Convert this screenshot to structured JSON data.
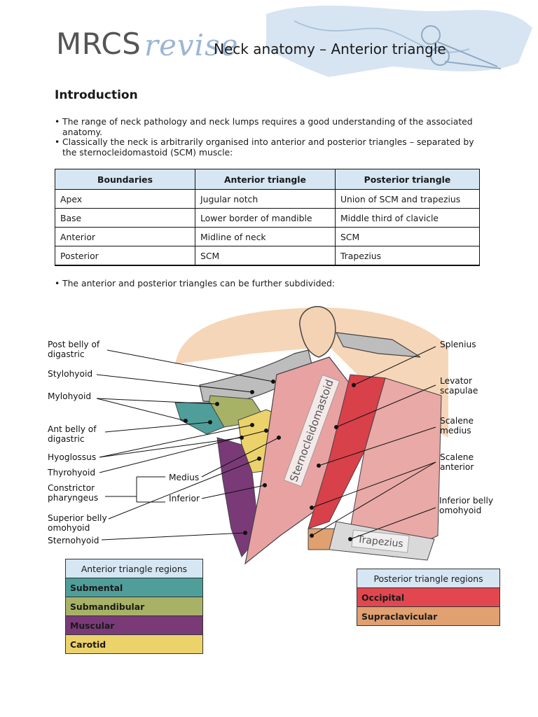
{
  "header": {
    "brand_main": "MRCS",
    "brand_script": "revise",
    "title": "Neck anatomy – Anterior triangle"
  },
  "intro": {
    "heading": "Introduction",
    "bullets": [
      "The range of neck pathology and neck lumps requires a good understanding of the associated anatomy.",
      "Classically the neck is arbitrarily organised into anterior and posterior triangles – separated by the sternocleidomastoid (SCM) muscle:"
    ],
    "bullet_after_table": "The anterior and posterior triangles can be further subdivided:"
  },
  "boundaries_table": {
    "headers": [
      "Boundaries",
      "Anterior triangle",
      "Posterior triangle"
    ],
    "rows": [
      [
        "Apex",
        "Jugular notch",
        "Union of SCM and trapezius"
      ],
      [
        "Base",
        "Lower border of mandible",
        "Middle third of clavicle"
      ],
      [
        "Anterior",
        "Midline of neck",
        "SCM"
      ],
      [
        "Posterior",
        "SCM",
        "Trapezius"
      ]
    ]
  },
  "figure": {
    "left_labels": [
      "Post belly of\ndigastric",
      "Stylohyoid",
      "Mylohyoid",
      "Ant belly of\ndigastric",
      "Hyoglossus",
      "Thyrohyoid",
      "Constrictor\npharyngeus",
      "Superior belly\nomohyoid",
      "Sternohyoid"
    ],
    "constrictor_parts": [
      "Medius",
      "Inferior"
    ],
    "right_labels": [
      "Splenius",
      "Levator\nscapulae",
      "Scalene\nmedius",
      "Scalene\nanterior",
      "Inferior belly\nomohyoid"
    ],
    "muscle_text": [
      "Sternocleidomastoid",
      "Trapezius"
    ]
  },
  "anterior_legend": {
    "title": "Anterior triangle regions",
    "items": [
      {
        "label": "Submental",
        "color": "#4f9e9a"
      },
      {
        "label": "Submandibular",
        "color": "#a8b266"
      },
      {
        "label": "Muscular",
        "color": "#7a3a78"
      },
      {
        "label": "Carotid",
        "color": "#ecd26a"
      }
    ]
  },
  "posterior_legend": {
    "title": "Posterior triangle regions",
    "items": [
      {
        "label": "Occipital",
        "color": "#e2474f"
      },
      {
        "label": "Supraclavicular",
        "color": "#e0a070"
      }
    ]
  }
}
